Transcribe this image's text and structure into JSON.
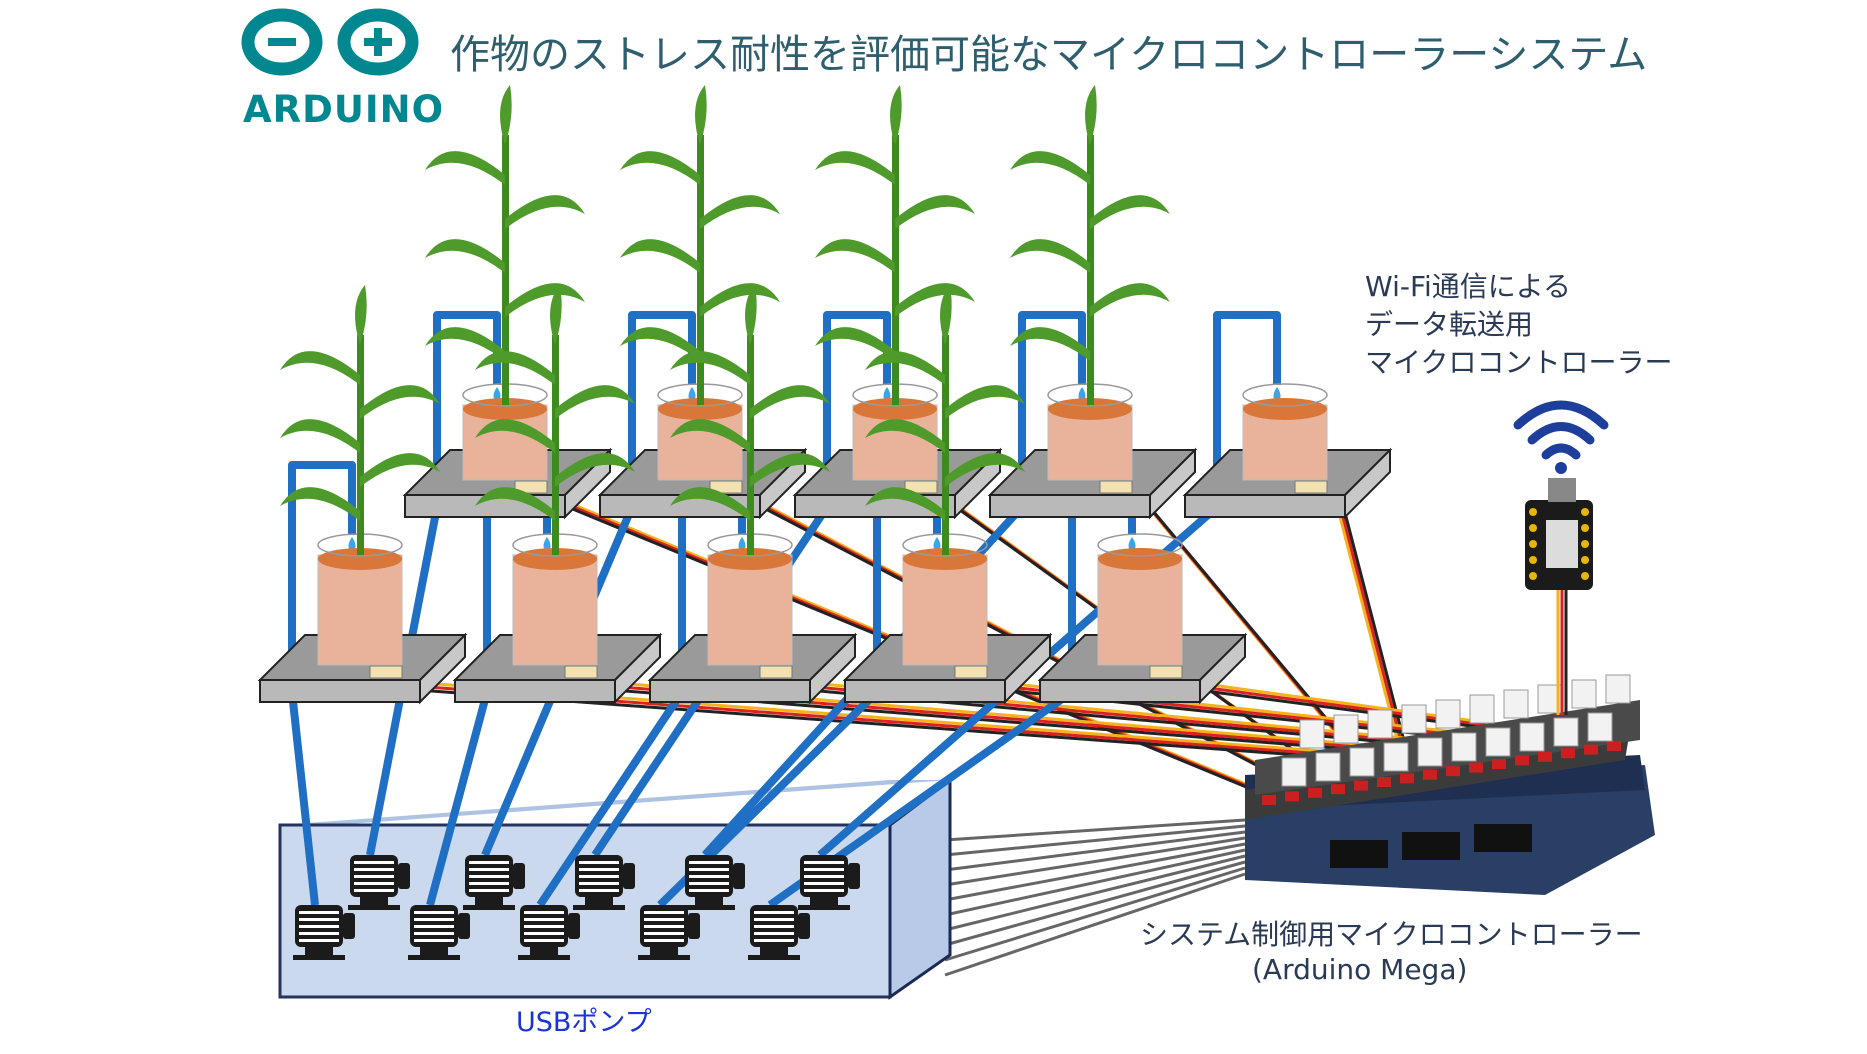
{
  "title": "作物のストレス耐性を評価可能なマイクロコントローラーシステム",
  "logo": {
    "text": "ARDUINO",
    "icon": "arduino-infinity-logo-icon",
    "color": "#00878f"
  },
  "wifi_module": {
    "caption_lines": [
      "Wi-Fi通信による",
      "データ転送用",
      "マイクロコントローラー"
    ],
    "icon": "wifi-icon"
  },
  "controller": {
    "caption": "システム制御用マイクロコントローラー",
    "model": "(Arduino Mega)"
  },
  "pumps": {
    "caption": "USBポンプ",
    "count": 10
  },
  "stations": {
    "count": 10,
    "plants": 8
  },
  "colors": {
    "pipe": "#1f6fc4",
    "soil": "#e8b39a",
    "soil_top": "#d9773a",
    "plant": "#4e9a2a",
    "platform": "#b9b9b9",
    "box": "#c9d8ef",
    "title": "#2f5f6e"
  }
}
